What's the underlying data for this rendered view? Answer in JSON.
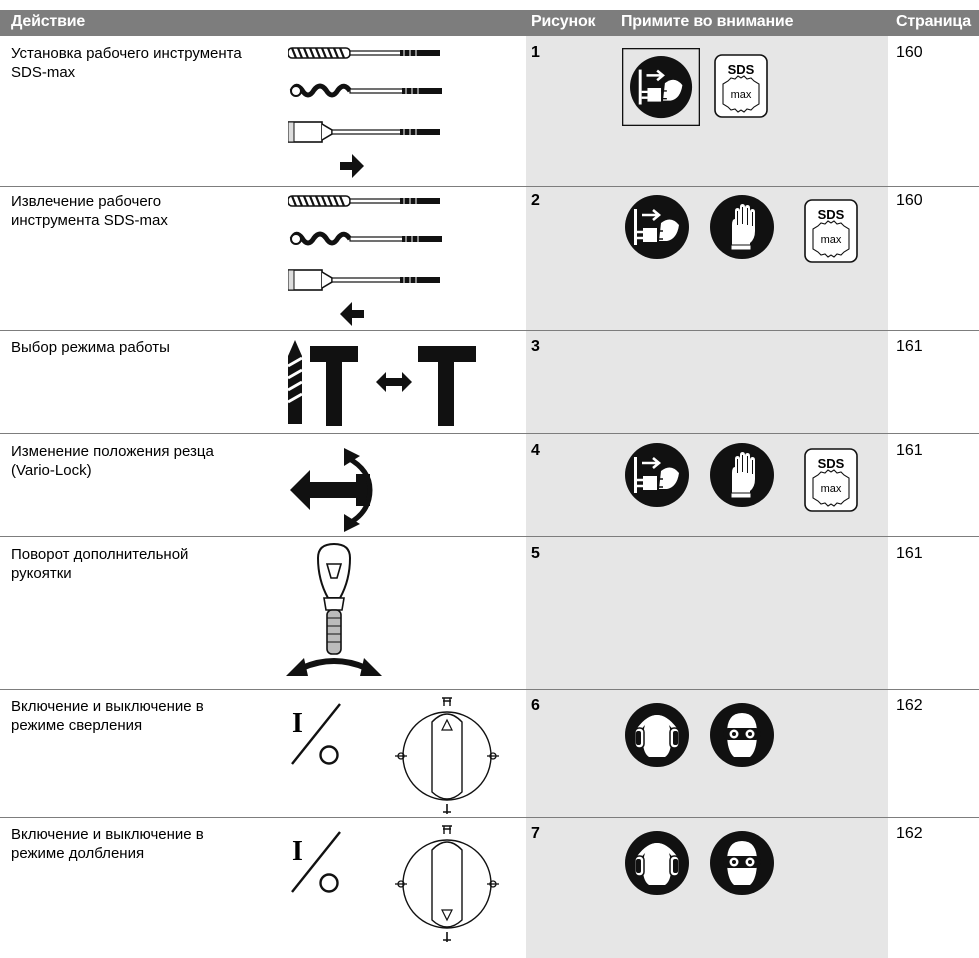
{
  "header": {
    "action": "Действие",
    "figure": "Рисунок",
    "attention": "Примите во внимание",
    "page": "Страница"
  },
  "rows": [
    {
      "action_line1": "Установка рабочего инструмента",
      "action_line2": "SDS-max",
      "figure": "1",
      "page": "160"
    },
    {
      "action_line1": "Извлечение рабочего",
      "action_line2": "инструмента SDS-max",
      "figure": "2",
      "page": "160"
    },
    {
      "action_line1": "Выбор режима работы",
      "action_line2": "",
      "figure": "3",
      "page": "161"
    },
    {
      "action_line1": "Изменение положения резца",
      "action_line2": "(Vario-Lock)",
      "figure": "4",
      "page": "161"
    },
    {
      "action_line1": "Поворот дополнительной",
      "action_line2": "рукоятки",
      "figure": "5",
      "page": "161"
    },
    {
      "action_line1": "Включение и выключение в",
      "action_line2": "режиме сверления",
      "figure": "6",
      "page": "162"
    },
    {
      "action_line1": "Включение и выключение в",
      "action_line2": "режиме долбления",
      "figure": "7",
      "page": "162"
    }
  ],
  "badges": {
    "sds_top": "SDS",
    "sds_bottom": "max"
  },
  "switch": {
    "on_symbol": "I",
    "off_symbol": "O"
  },
  "icons": [
    "unplug-icon",
    "gloves-icon",
    "sds-max-icon",
    "ear-protection-icon",
    "eye-protection-icon",
    "drill-bit-icon",
    "arrow-icon",
    "hammer-mode-icon",
    "rotate-chisel-icon",
    "handle-icon",
    "mode-dial-icon"
  ]
}
